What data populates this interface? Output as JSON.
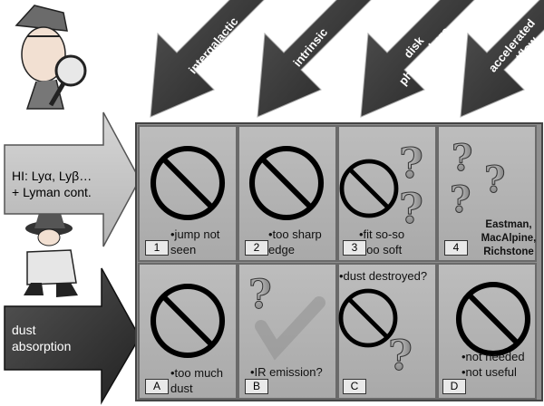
{
  "top_arrows": [
    {
      "label": "intergalactic\nabsorption"
    },
    {
      "label": "intrinsic\nscreen"
    },
    {
      "label": "disk\nphotosphere"
    },
    {
      "label": "accelerated\noutflow"
    }
  ],
  "left_arrows": [
    {
      "label": "HI: Lyα, Lyβ…\n+ Lyman cont."
    },
    {
      "label": "dust\nabsorption"
    }
  ],
  "cells": [
    {
      "index": "1",
      "note": "•jump not\nseen"
    },
    {
      "index": "2",
      "note": "•too sharp\nedge"
    },
    {
      "index": "3",
      "note": "•fit so-so\n•too soft"
    },
    {
      "index": "4",
      "note": "Eastman,\nMacAlpine,\nRichstone"
    },
    {
      "index": "A",
      "note": "•too much\ndust"
    },
    {
      "index": "B",
      "note": "•IR emission?"
    },
    {
      "index": "C",
      "note": "•dust destroyed?"
    },
    {
      "index": "D",
      "note": "•not needed\n•not useful"
    }
  ]
}
